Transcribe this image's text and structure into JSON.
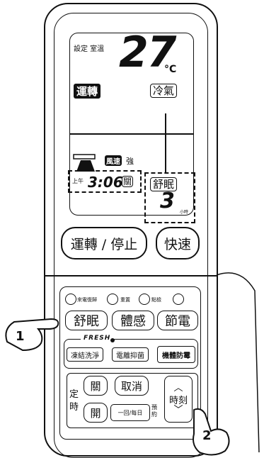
{
  "lcd": {
    "set_label": "設定 室溫",
    "temperature": "27",
    "unit": "°C",
    "mode_run": "運轉",
    "mode_cool": "冷氣",
    "fan_label": "風速",
    "fan_strength": "強",
    "am_label": "上午",
    "time": "3:06",
    "off_label": "關",
    "sleep_label": "舒眠",
    "sleep_value": "3",
    "hours_label": "小時"
  },
  "buttons": {
    "power": "運轉 / 停止",
    "quick": "快速",
    "power_recovery": "來電復歸",
    "reset": "重置",
    "inspect": "點檢",
    "sleep": "舒眠",
    "body_sense": "體感",
    "energy_save": "節電",
    "fresh_logo": "FRESH",
    "freeze_wash": "凍結洗淨",
    "ion_sterilize": "電離抑菌",
    "mold_proof": "機體防霉",
    "timer_off": "關",
    "cancel": "取消",
    "timer_on": "開",
    "once_daily": "一回/每日",
    "reserve": "預約",
    "time_label": "時刻",
    "timer_side": "定時"
  },
  "callouts": {
    "step1": "1",
    "step2": "2"
  }
}
